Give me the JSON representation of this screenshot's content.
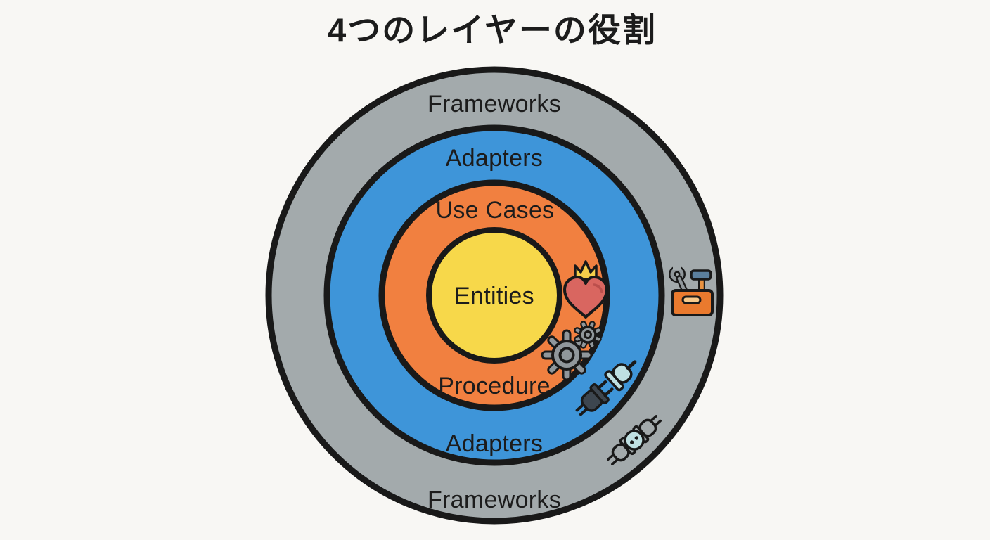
{
  "title": "4つのレイヤーの役割",
  "diagram": {
    "type": "concentric-rings",
    "rings": [
      {
        "name": "Frameworks",
        "color": "#a3aaac"
      },
      {
        "name": "Adapters",
        "color": "#3e95d9"
      },
      {
        "name": "Use Cases",
        "color": "#f18040"
      },
      {
        "name": "Entities",
        "color": "#f7d84a"
      }
    ],
    "labels": {
      "frameworks_top": "Frameworks",
      "adapters_top": "Adapters",
      "use_cases": "Use Cases",
      "entities": "Entities",
      "procedure": "Procedure",
      "adapters_bottom": "Adapters",
      "frameworks_bottom": "Frameworks"
    },
    "icons": [
      {
        "name": "crowned-heart-icon",
        "ring": "Use Cases"
      },
      {
        "name": "gears-icon",
        "ring": "Use Cases"
      },
      {
        "name": "plug-connection-icon",
        "ring": "Adapters"
      },
      {
        "name": "plug-adapter-icon",
        "ring": "Frameworks"
      },
      {
        "name": "toolbox-icon",
        "ring": "Frameworks"
      }
    ]
  },
  "colors": {
    "background": "#f8f7f4",
    "outline": "#191919",
    "text": "#1c1c1c",
    "gray_ring": "#a3aaac",
    "blue_ring": "#3e95d9",
    "orange_ring": "#f18040",
    "yellow_core": "#f7d84a",
    "heart_red": "#d96660",
    "heart_highlight": "#bb4f4c",
    "crown_yellow": "#f4cf4a",
    "gear_gray": "#90979b",
    "plug_dark": "#3d464f",
    "socket_blue": "#bfe0e2",
    "toolbox_orange": "#ea7a2e",
    "toolbox_slot": "#f7c98b",
    "hammer_blue": "#5b7f9d",
    "hammer_handle": "#e8913f"
  }
}
